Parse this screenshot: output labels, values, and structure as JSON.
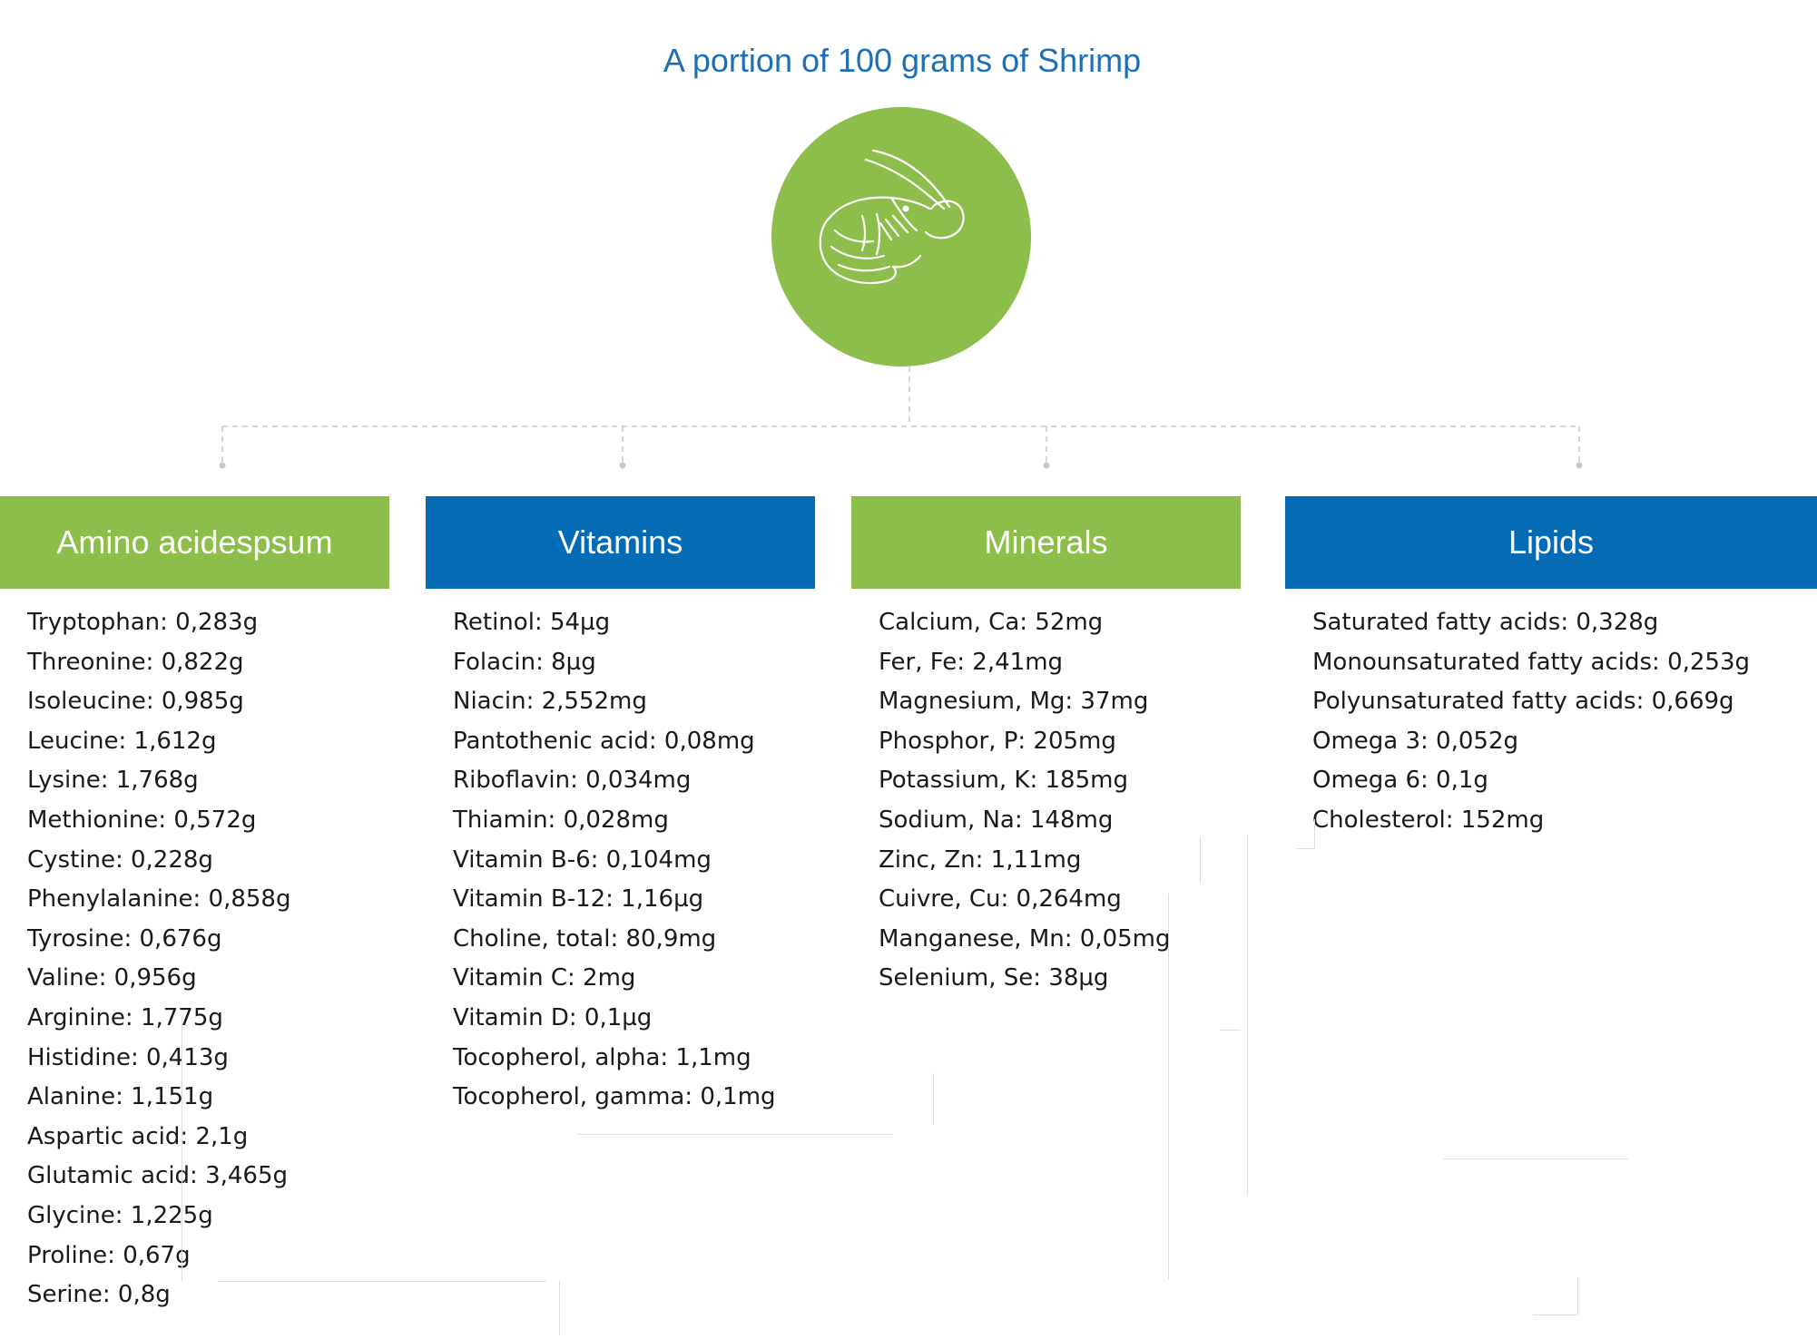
{
  "title": "A portion of 100 grams of Shrimp",
  "colors": {
    "title": "#1d6fb6",
    "green": "#8dbd4b",
    "blue": "#046bb4",
    "connector": "#c8c8c8"
  },
  "icon": "shrimp-icon",
  "categories": [
    {
      "label": "Amino acidespsum",
      "color": "green",
      "items": [
        "Tryptophan: 0,283g",
        "Threonine: 0,822g",
        "Isoleucine: 0,985g",
        "Leucine: 1,612g",
        "Lysine: 1,768g",
        "Methionine: 0,572g",
        "Cystine: 0,228g",
        "Phenylalanine: 0,858g",
        "Tyrosine: 0,676g",
        "Valine: 0,956g",
        "Arginine: 1,775g",
        "Histidine: 0,413g",
        "Alanine: 1,151g",
        "Aspartic acid: 2,1g",
        "Glutamic acid: 3,465g",
        "Glycine: 1,225g",
        "Proline: 0,67g",
        "Serine: 0,8g"
      ]
    },
    {
      "label": "Vitamins",
      "color": "blue",
      "items": [
        "Retinol: 54µg",
        "Folacin: 8µg",
        "Niacin: 2,552mg",
        "Pantothenic acid: 0,08mg",
        "Riboflavin: 0,034mg",
        "Thiamin: 0,028mg",
        "Vitamin B-6: 0,104mg",
        "Vitamin B-12: 1,16µg",
        "Choline, total: 80,9mg",
        "Vitamin C: 2mg",
        "Vitamin D: 0,1µg",
        "Tocopherol, alpha: 1,1mg",
        "Tocopherol, gamma: 0,1mg"
      ]
    },
    {
      "label": "Minerals",
      "color": "green",
      "items": [
        "Calcium, Ca: 52mg",
        "Fer, Fe: 2,41mg",
        "Magnesium, Mg: 37mg",
        "Phosphor, P: 205mg",
        "Potassium, K: 185mg",
        "Sodium, Na: 148mg",
        "Zinc, Zn: 1,11mg",
        "Cuivre, Cu: 0,264mg",
        "Manganese, Mn: 0,05mg",
        "Selenium, Se: 38µg"
      ]
    },
    {
      "label": "Lipids",
      "color": "blue",
      "items": [
        "Saturated fatty acids: 0,328g",
        "Monounsaturated fatty acids: 0,253g",
        "Polyunsaturated fatty acids: 0,669g",
        "Omega 3: 0,052g",
        "Omega 6: 0,1g",
        "Cholesterol: 152mg"
      ]
    }
  ]
}
